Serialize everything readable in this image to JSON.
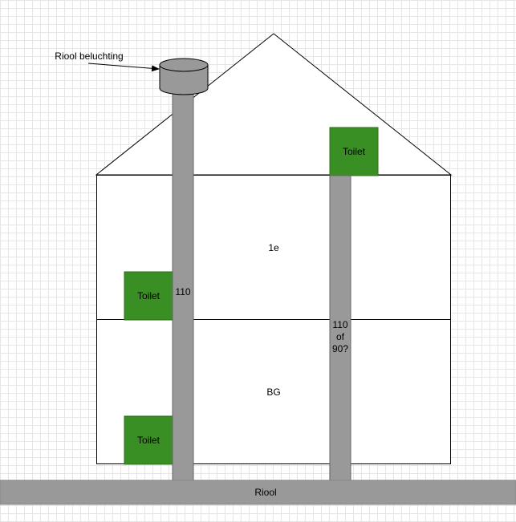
{
  "colors": {
    "pipe": "#999999",
    "pipe_stroke": "#666666",
    "toilet": "#3a8f24",
    "toilet_stroke": "#2d6e1c",
    "outline": "#000000",
    "vent": "#999999"
  },
  "labels": {
    "vent": "Riool beluchting",
    "floor_upper": "1e",
    "floor_ground": "BG",
    "pipe_left": "110",
    "pipe_right_line1": "110",
    "pipe_right_line2": "of",
    "pipe_right_line3": "90?",
    "sewer": "Riool"
  },
  "toilets": [
    {
      "label": "Toilet",
      "location": "attic"
    },
    {
      "label": "Toilet",
      "location": "1e"
    },
    {
      "label": "Toilet",
      "location": "BG"
    }
  ]
}
